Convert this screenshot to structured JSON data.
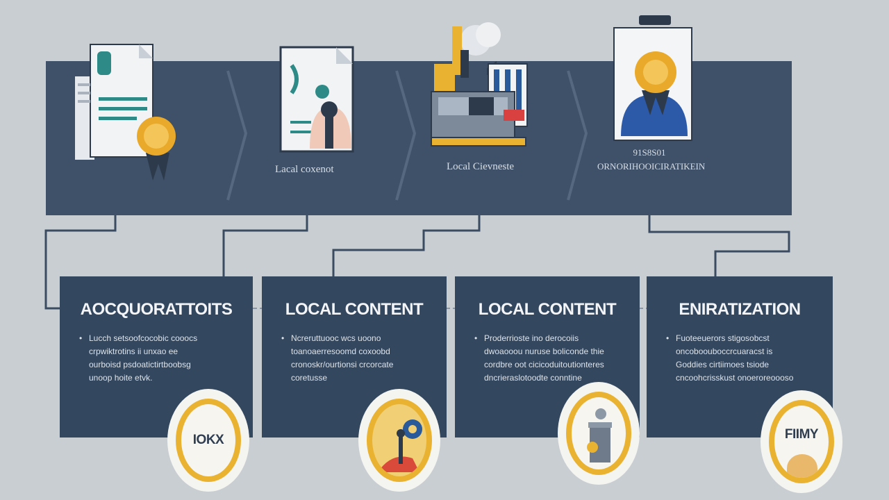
{
  "band": {
    "captions": [
      "Lacal coxenot",
      "Local Cievneste",
      "91S8S01 ORNORIHOOICIRATIKEIN"
    ]
  },
  "cards": [
    {
      "title": "AOCQUORATTOITS",
      "body": "Lucch setsoofcocobic cooocs crpwiktrotins ii unxao ee ourboisd psdoatictirtboobsg unoop hoite etvk."
    },
    {
      "title": "LOCAL CONTENT",
      "body": "Ncreruttuooc wcs uoono toanoaerresoomd coxoobd cronoskr/ourtionsi crcorcate coretusse"
    },
    {
      "title": "LOCAL CONTENT",
      "body": "Proderrioste ino derocoiis dwoaooou nuruse boliconde thie cordbre oot cicicoduitoutionteres dncrieraslotoodte conntine"
    },
    {
      "title": "ENIRATIZATION",
      "body": "Fuoteeuerors stigosobcst oncoboouboccrcuaracst is Goddies cirtiimoes tsiode cncoohcrisskust onoeroreoooso"
    }
  ],
  "badges": [
    "IOKX",
    "",
    "",
    "FIIMY"
  ],
  "colors": {
    "background": "#c9ced3",
    "band": "#3f5168",
    "card": "#33475f",
    "accent_gold": "#e9b230",
    "connector": "#3b4c62"
  },
  "icons": [
    "document-certificate-icon",
    "document-person-icon",
    "factory-icon",
    "award-certificate-icon"
  ]
}
